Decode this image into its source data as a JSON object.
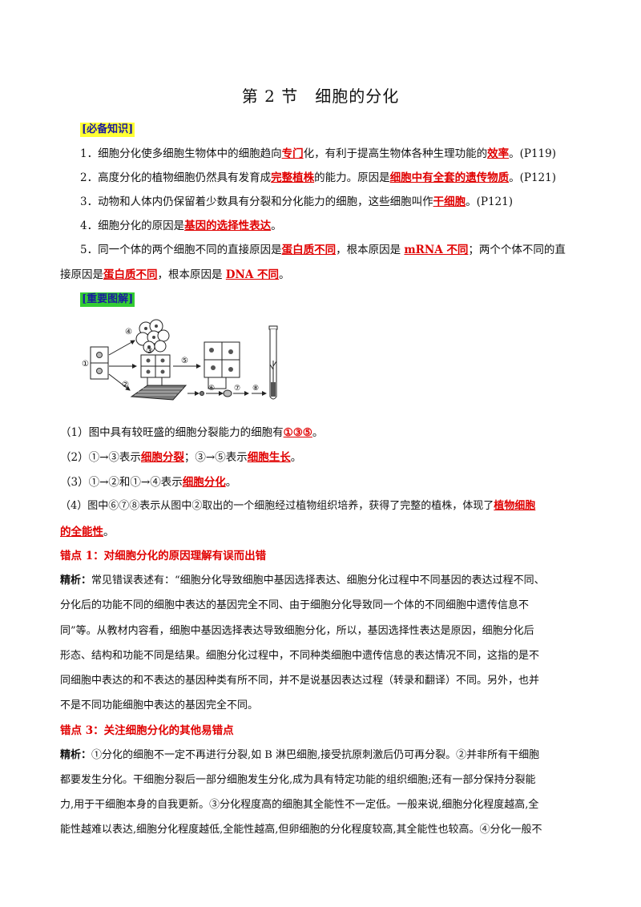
{
  "title": "第 2 节　细胞的分化",
  "tags": {
    "knowledge": "[必备知识]",
    "diagram": "[重要图解]"
  },
  "knowledge": {
    "k1": {
      "p1": "1．细胞分化使多细胞生物体中的细胞趋向",
      "a1": "专门",
      "p2": "化，有利于提高生物体各种生理功能的",
      "a2": "效率",
      "p3": "。(P119)"
    },
    "k2": {
      "p1": "2．高度分化的植物细胞仍然具有发育成",
      "a1": "完整植株",
      "p2": "的能力。原因是",
      "a2": "细胞中有全套的遗传物质",
      "p3": "。(P121)"
    },
    "k3": {
      "p1": "3．动物和人体内仍保留着少数具有分裂和分化能力的细胞，这些细胞叫作",
      "a1": "干细胞",
      "p2": "。(P121)"
    },
    "k4": {
      "p1": "4．细胞分化的原因是",
      "a1": "基因的选择性表达",
      "p2": "。"
    },
    "k5a": {
      "p1": "5．同一个体的两个细胞不同的直接原因是",
      "a1": "蛋白质不同",
      "p2": "，根本原因是 ",
      "a2": "mRNA 不同",
      "p3": "；两个个体不同的直"
    },
    "k5b": {
      "p1": "接原因是",
      "a1": "蛋白质不同",
      "p2": "，根本原因是 ",
      "a2": "DNA 不同",
      "p3": "。"
    }
  },
  "diagram_labels": [
    "①",
    "②",
    "③",
    "④",
    "⑤",
    "⑥",
    "⑦",
    "⑧"
  ],
  "questions": {
    "q1": {
      "p1": "（1）图中具有较旺盛的细胞分裂能力的细胞有",
      "a1": "①③⑤",
      "p2": "。"
    },
    "q2": {
      "p1": "（2）①→③表示",
      "a1": "细胞分裂",
      "p2": "；③→⑤表示",
      "a2": "细胞生长",
      "p3": "。"
    },
    "q3": {
      "p1": "（3）①→②和①→④表示",
      "a1": "细胞分化",
      "p2": "。"
    },
    "q4a": {
      "p1": "（4）图中⑥⑦⑧表示从图中②取出的一个细胞经过植物组织培养，获得了完整的植株，体现了",
      "a1": "植物细胞"
    },
    "q4b": {
      "a1": "的全能性",
      "p1": "。"
    }
  },
  "error1": {
    "heading": "错点 1：对细胞分化的原因理解有误而出错",
    "label": "精析：",
    "lines": [
      "常见错误表述有：“细胞分化导致细胞中基因选择表达、细胞分化过程中不同基因的表达过程不同、",
      "分化后的功能不同的细胞中表达的基因完全不同、由于细胞分化导致同一个体的不同细胞中遗传信息不",
      "同”等。从教材内容看，细胞中基因选择表达导致细胞分化，所以，基因选择性表达是原因，细胞分化后",
      "形态、结构和功能不同是结果。细胞分化过程中，不同种类细胞中遗传信息的表达情况不同，这指的是不",
      "同细胞中表达的和不表达的基因种类有所不同，并不是说基因表达过程（转录和翻译）不同。另外，也并",
      "不是不同功能细胞中表达的基因完全不同。"
    ]
  },
  "error3": {
    "heading": "错点 3：关注细胞分化的其他易错点",
    "label": "精析：",
    "lines": [
      "①分化的细胞不一定不再进行分裂,如 B 淋巴细胞,接受抗原刺激后仍可再分裂。②并非所有干细胞",
      "都要发生分化。干细胞分裂后一部分细胞发生分化,成为具有特定功能的组织细胞;还有一部分保持分裂能",
      "力,用于干细胞本身的自我更新。③分化程度高的细胞其全能性不一定低。一般来说,细胞分化程度越高,全",
      "能性越难以表达,细胞分化程度越低,全能性越高,但卵细胞的分化程度较高,其全能性也较高。④分化一般不"
    ]
  }
}
